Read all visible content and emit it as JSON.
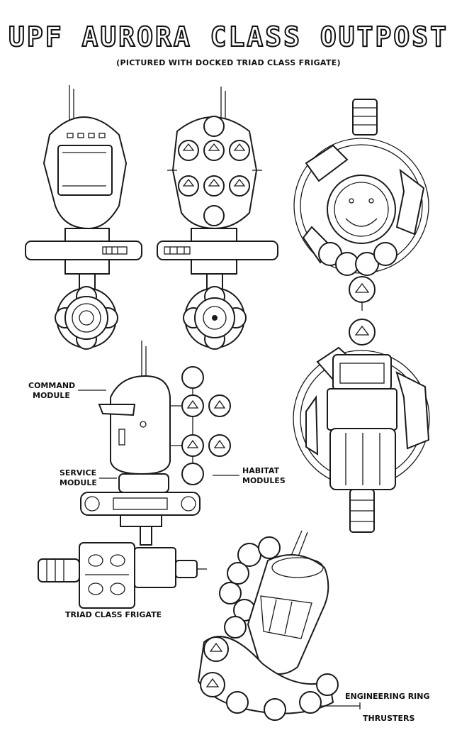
{
  "header": {
    "title": "UPF AURORA CLASS OUTPOST",
    "subtitle": "(PICTURED WITH DOCKED TRIAD CLASS FRIGATE)"
  },
  "callouts": {
    "command_module": [
      "COMMAND",
      "MODULE"
    ],
    "service_module": [
      "SERVICE",
      "MODULE"
    ],
    "habitat_modules": [
      "HABITAT",
      "MODULES"
    ],
    "triad_frigate": "TRIAD CLASS FRIGATE",
    "engineering_ring": "ENGINEERING RING",
    "thrusters": "THRUSTERS"
  }
}
